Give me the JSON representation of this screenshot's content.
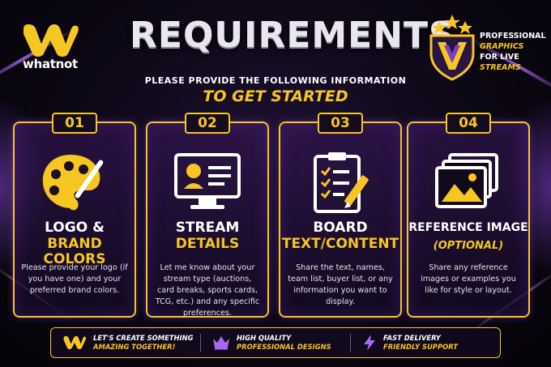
{
  "brand": {
    "name": "whatnot"
  },
  "header": {
    "title": "REQUIREMENTS",
    "subtitle": "PLEASE PROVIDE THE FOLLOWING INFORMATION",
    "cta": "TO GET STARTED"
  },
  "tagline": {
    "line1": "PROFESSIONAL",
    "line2": "GRAPHICS",
    "line3": "FOR LIVE",
    "line4": "STREAMS"
  },
  "cards": [
    {
      "number": "01",
      "title1": "LOGO &",
      "title2": "BRAND COLORS",
      "description": "Please provide your logo (if you have one) and your preferred brand colors.",
      "icon": "palette-icon"
    },
    {
      "number": "02",
      "title1": "STREAM",
      "title2": "DETAILS",
      "description": "Let me know about your stream type (auctions, card breaks, sports cards, TCG, etc.) and any specific preferences.",
      "icon": "monitor-profile-icon"
    },
    {
      "number": "03",
      "title1": "BOARD",
      "title2": "TEXT/CONTENT",
      "description": "Share the text, names, team list, buyer list, or any information you want to display.",
      "icon": "clipboard-checklist-icon"
    },
    {
      "number": "04",
      "title1": "REFERENCE IMAGE",
      "title2": "(OPTIONAL)",
      "description": "Share any reference images or examples you like for style or layout.",
      "icon": "image-stack-icon"
    }
  ],
  "footer": [
    {
      "line1": "LET'S CREATE SOMETHING",
      "line2": "AMAZING TOGETHER!",
      "icon": "whatnot-logo-icon"
    },
    {
      "line1": "HIGH QUALITY",
      "line2": "PROFESSIONAL DESIGNS",
      "icon": "crown-icon"
    },
    {
      "line1": "FAST DELIVERY",
      "line2": "FRIENDLY SUPPORT",
      "icon": "lightning-icon"
    }
  ],
  "colors": {
    "accent": "#f6c622",
    "background": "#0c0714",
    "glow": "#b36bff"
  }
}
